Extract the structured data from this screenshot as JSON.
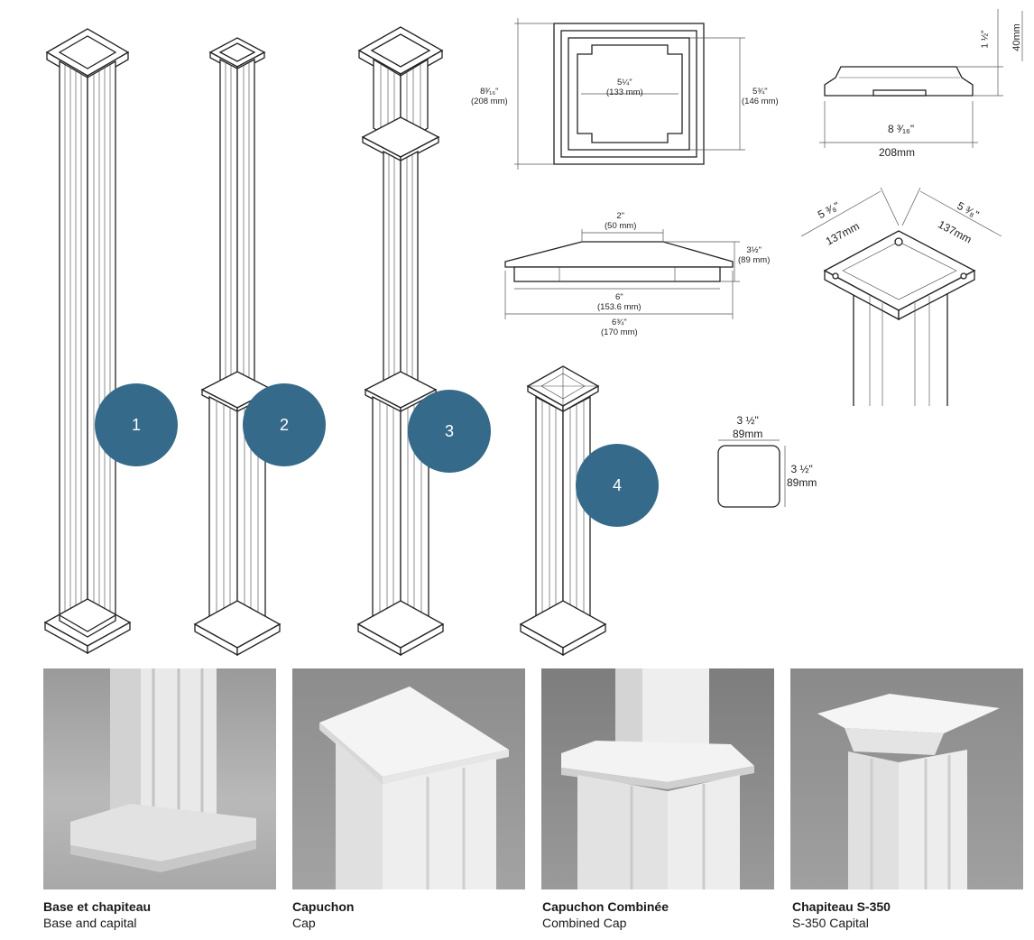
{
  "badges": [
    "1",
    "2",
    "3",
    "4"
  ],
  "dimensions": {
    "cap_top_outer": "8³⁄₁₆\"\n(208 mm)",
    "cap_top_inner": "5¼\"\n(133 mm)",
    "cap_top_side": "5¾\"\n(146 mm)",
    "capital_height": "1 ½\"",
    "capital_height_mm": "40mm",
    "capital_width": "8 ³⁄₁₆\"",
    "capital_width_mm": "208mm",
    "cap_profile_top": "2\"\n(50 mm)",
    "cap_profile_height": "3½\"\n(89 mm)",
    "cap_profile_inner": "6\"\n(153.6 mm)",
    "cap_profile_outer": "6¾\"\n(170 mm)",
    "corner_left": "5 ³⁄₈\"",
    "corner_left_mm": "137mm",
    "corner_right": "5 ³⁄₈\"",
    "corner_right_mm": "137mm",
    "post_width": "3 ½\"\n89mm",
    "post_depth": "3 ½\"\n89mm"
  },
  "captions": [
    {
      "title": "Base et chapiteau",
      "subtitle": "Base and capital"
    },
    {
      "title": "Capuchon",
      "subtitle": "Cap"
    },
    {
      "title": "Capuchon Combinée",
      "subtitle": "Combined Cap"
    },
    {
      "title": "Chapiteau S-350",
      "subtitle": "S-350 Capital"
    }
  ],
  "colors": {
    "badge": "#356a8a",
    "photo_bg": "#8f8f8f"
  }
}
